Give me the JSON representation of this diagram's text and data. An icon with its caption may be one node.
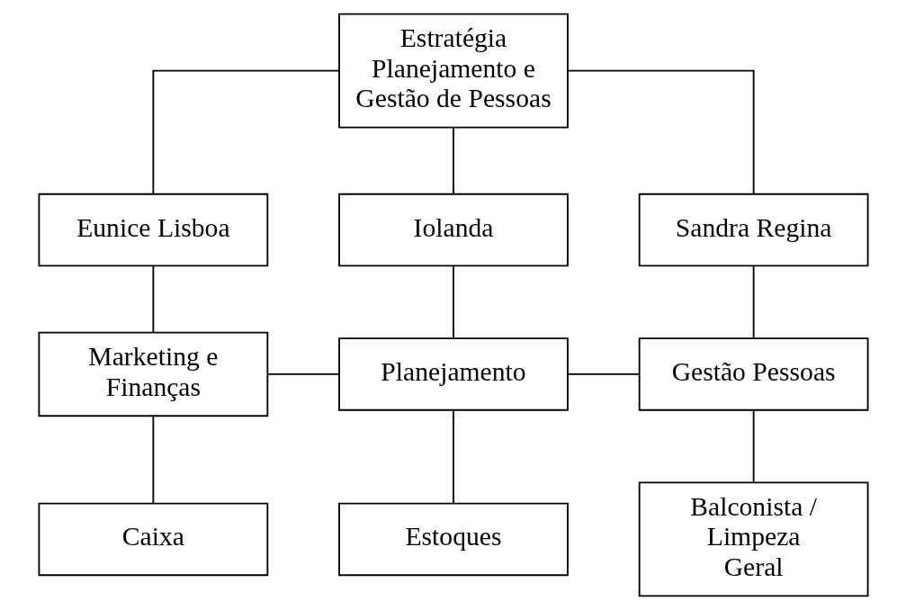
{
  "diagram": {
    "nodes": [
      {
        "text": [
          "Estratégia Planejamento e Gestão de Pessoas"
        ]
      },
      {
        "text": [
          "Eunice Lisboa"
        ]
      },
      {
        "text": [
          "Iolanda"
        ]
      },
      {
        "text": [
          "Sandra Regina"
        ]
      },
      {
        "text": [
          "Marketing e Finanças"
        ]
      },
      {
        "text": [
          "Planejamento"
        ]
      },
      {
        "text": [
          "Gestão Pessoas"
        ]
      },
      {
        "text": [
          "Caixa"
        ]
      },
      {
        "text": [
          "Estoques"
        ]
      },
      {
        "text": [
          "Balconista / Limpeza Geral"
        ]
      }
    ],
    "edges": [
      {
        "from": 0,
        "to": 1,
        "arrow": "none"
      },
      {
        "from": 0,
        "to": 2,
        "arrow": "none"
      },
      {
        "from": 0,
        "to": 3,
        "arrow": "none"
      },
      {
        "from": 1,
        "to": 4,
        "arrow": "none"
      },
      {
        "from": 2,
        "to": 5,
        "arrow": "none"
      },
      {
        "from": 3,
        "to": 6,
        "arrow": "none"
      },
      {
        "from": 4,
        "to": 5,
        "arrow": "none"
      },
      {
        "from": 5,
        "to": 6,
        "arrow": "none"
      },
      {
        "from": 4,
        "to": 7,
        "arrow": "none"
      },
      {
        "from": 5,
        "to": 8,
        "arrow": "none"
      },
      {
        "from": 6,
        "to": 9,
        "arrow": "none"
      }
    ]
  }
}
